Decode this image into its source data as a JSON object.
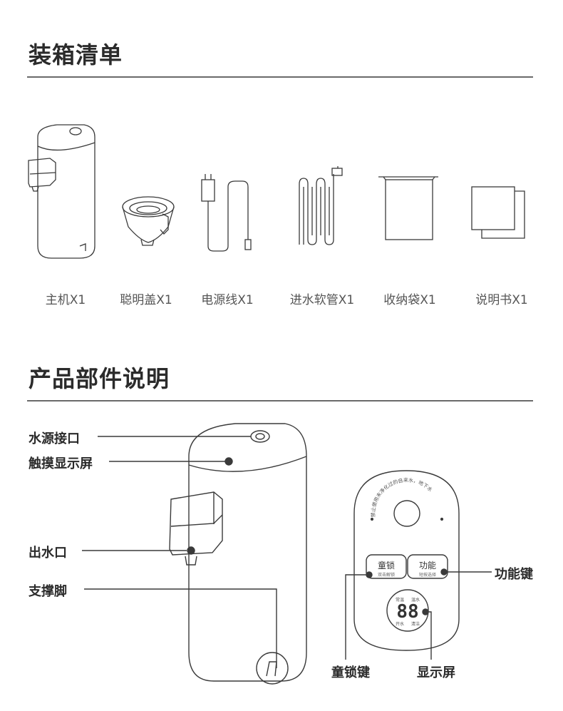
{
  "packing_list": {
    "title": "装箱清单",
    "items": [
      {
        "label": "主机X1",
        "icon": "dispenser-icon"
      },
      {
        "label": "聪明盖X1",
        "icon": "smart-cap-icon"
      },
      {
        "label": "电源线X1",
        "icon": "power-cord-icon"
      },
      {
        "label": "进水软管X1",
        "icon": "inlet-hose-icon"
      },
      {
        "label": "收纳袋X1",
        "icon": "storage-bag-icon"
      },
      {
        "label": "说明书X1",
        "icon": "manual-icon"
      }
    ]
  },
  "parts": {
    "title": "产品部件说明",
    "callouts": {
      "water_inlet": "水源接口",
      "touch_display": "触摸显示屏",
      "water_outlet": "出水口",
      "support_foot": "支撑脚",
      "function_key": "功能键",
      "child_lock_key": "童锁键",
      "display_screen": "显示屏"
    },
    "panel": {
      "warning_text": "禁止使用未净化过的自来水，地下水",
      "child_lock_label": "童锁",
      "child_lock_sub": "双击解锁",
      "function_label": "功能",
      "function_sub": "短按选择",
      "digits": "88",
      "ind_top_left": "常温",
      "ind_top_right": "温水",
      "ind_bottom_left": "开水",
      "ind_bottom_right": "清洁"
    }
  }
}
